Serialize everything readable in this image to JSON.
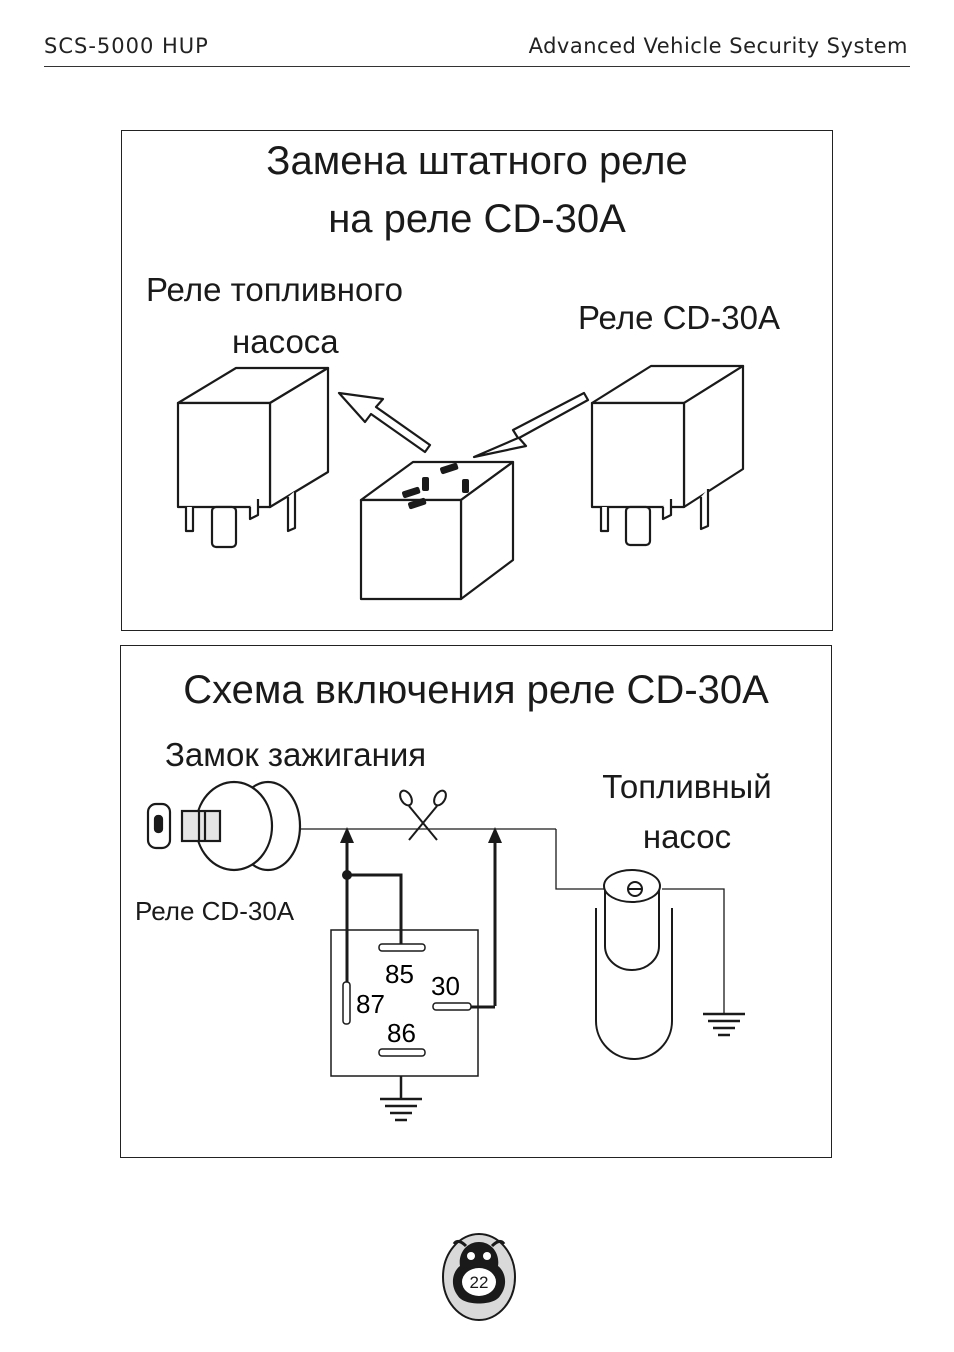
{
  "header": {
    "left": "SCS-5000 HUP",
    "right": "Advanced Vehicle Security System"
  },
  "panel1": {
    "title_line1": "Замена штатного реле",
    "title_line2": "на реле CD-30A",
    "left_label_line1": "Реле топливного",
    "left_label_line2": "насоса",
    "right_label": "Реле CD-30A"
  },
  "panel2": {
    "title": "Схема включения реле CD-30A",
    "ignition_label": "Замок зажигания",
    "pump_label_line1": "Топливный",
    "pump_label_line2": "насос",
    "relay_label": "Реле CD-30A",
    "pins": {
      "p85": "85",
      "p87": "87",
      "p30": "30",
      "p86": "86"
    }
  },
  "footer": {
    "page_number": "22"
  },
  "colors": {
    "ink": "#1a1a1a",
    "paper": "#ffffff",
    "logo_fill": "#d9d9d9"
  }
}
